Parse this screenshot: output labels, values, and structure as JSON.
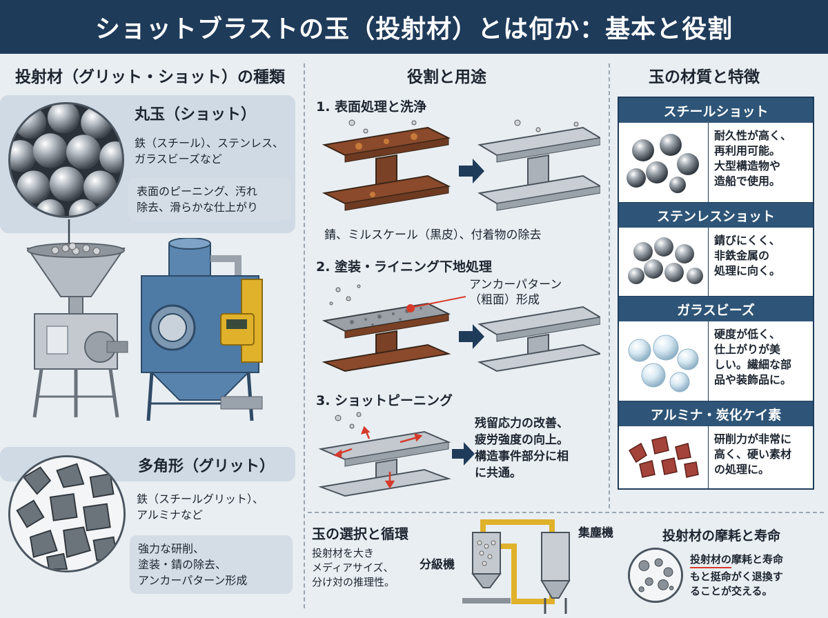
{
  "banner": {
    "title": "ショットブラストの玉（投射材）とは何か：基本と役割"
  },
  "left": {
    "title": "投射材（グリット・ショット）の種類",
    "shot": {
      "label": "丸玉（ショット）",
      "materials": [
        "鉄（スチール）、ステンレス、",
        "ガラスビーズなど"
      ],
      "uses": [
        "表面のピーニング、汚れ",
        "除去、滑らかな仕上がり"
      ]
    },
    "grit": {
      "label": "多角形（グリット）",
      "materials": [
        "鉄（スチールグリット）、",
        "アルミナなど"
      ],
      "uses": [
        "強力な研削、",
        "塗装・錆の除去、",
        "アンカーパターン形成"
      ]
    }
  },
  "middle": {
    "title": "役割と用途",
    "step1": {
      "head": "1. 表面処理と洗浄",
      "caption": "錆、ミルスケール（黒皮）、付着物の除去"
    },
    "step2": {
      "head": "2. 塗装・ライニング下地処理",
      "callout": [
        "アンカーパターン",
        "（粗面）形成"
      ]
    },
    "step3": {
      "head": "3. ショットピーニング",
      "desc": [
        "残留応力の改善、",
        "疲労強度の向上。",
        "構造事件部分に相",
        "に共通。"
      ]
    }
  },
  "right": {
    "title": "玉の材質と特徴",
    "materials": [
      {
        "name": "スチールショット",
        "desc": [
          "耐久性が高く、",
          "再利用可能。",
          "大型構造物や",
          "造船で使用。"
        ],
        "type": "steel"
      },
      {
        "name": "ステンレスショット",
        "desc": [
          "錆びにくく、",
          "非鉄金属の",
          "処理に向く。"
        ],
        "type": "stainless"
      },
      {
        "name": "ガラスビーズ",
        "desc": [
          "硬度が低く、",
          "仕上がりが美",
          "しい。繊細な部",
          "品や装飾品に。"
        ],
        "type": "glass"
      },
      {
        "name": "アルミナ・炭化ケイ素",
        "desc": [
          "研削力が非常に",
          "高く、硬い素材",
          "の処理に。"
        ],
        "type": "alumina"
      }
    ]
  },
  "bottom": {
    "select": {
      "head": "玉の選択と循環",
      "desc": [
        "投射材を大き",
        "メディアサイズ、",
        "分け対の推理性。"
      ]
    },
    "labels": {
      "classifier": "分級機",
      "collector": "集塵機"
    },
    "wear": {
      "head": "投射材の摩耗と寿命",
      "line1": "投射材の摩耗と寿命",
      "line2": [
        "もと挺命がく退換す",
        "ることが交える。"
      ]
    }
  },
  "colors": {
    "banner": "#1f3b5a",
    "tableHead": "#2e5577",
    "accent": "#d63a2a",
    "arrow": "#1f3b5a",
    "rust": "#8b4a2b"
  }
}
